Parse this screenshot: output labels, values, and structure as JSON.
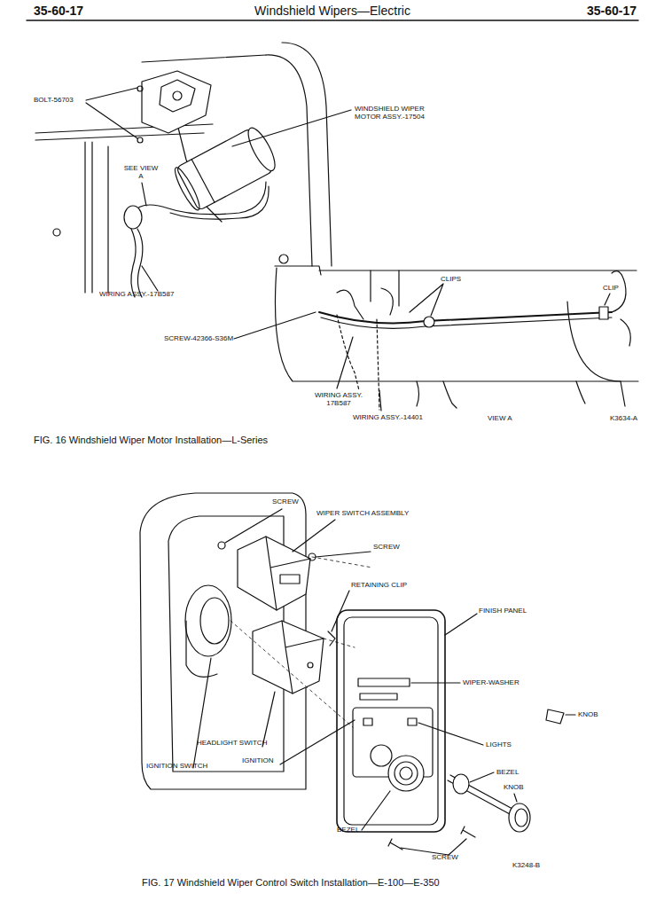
{
  "diagram": {
    "title": "Windshield Wipers—Electric",
    "labels": [
      "35-60-17",
      "35-60-17",
      "BOLT-56703",
      "WINDSHIELD WIPER MOTOR ASSY.-17504",
      "SEE VIEW A",
      "WIRING ASSY.-17B587",
      "SCREW-42366-S36M",
      "CLIPS",
      "CLIP",
      "WIRING ASSY. 17B587",
      "WIRING ASSY.-14401",
      "VIEW A",
      "K3634-A",
      "FIG. 16 Windshield Wiper Motor Installation—L-Series",
      "SCREW",
      "WIPER SWITCH ASSEMBLY",
      "SCREW",
      "RETAINING CLIP",
      "FINISH PANEL",
      "WIPER-WASHER",
      "KNOB",
      "LIGHTS",
      "BEZEL",
      "KNOB",
      "HEADLIGHT SWITCH",
      "IGNITION",
      "IGNITION SWITCH",
      "BEZEL",
      "SCREW",
      "K3248-B",
      "FIG. 17 Windshield Wiper Control Switch Installation—E-100—E-350"
    ]
  }
}
